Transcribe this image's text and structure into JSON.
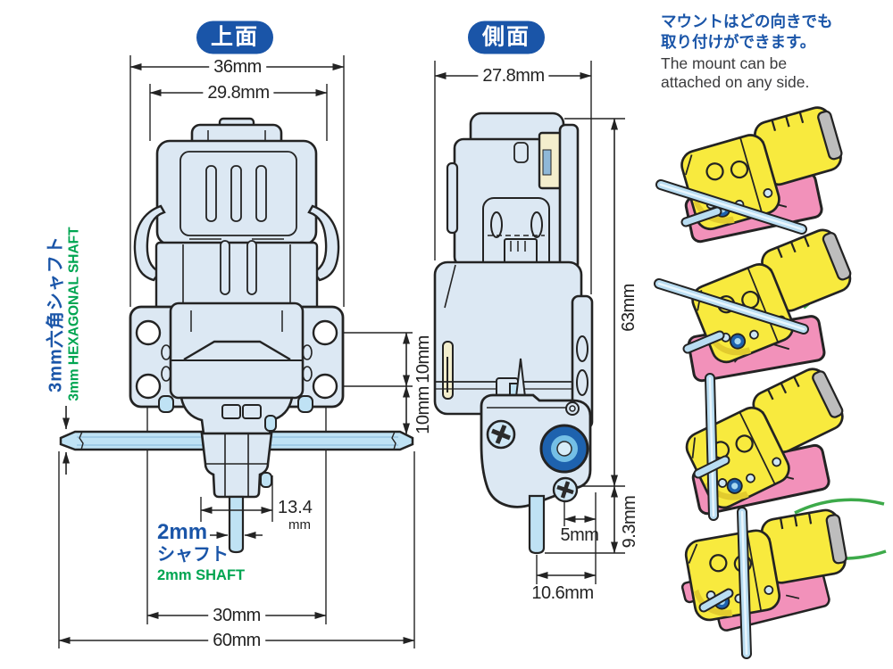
{
  "views": {
    "top": {
      "label": "上面"
    },
    "side": {
      "label": "側面"
    }
  },
  "note": {
    "jp1": "マウントはどの向きでも",
    "jp2": "取り付けができます。",
    "en1": "The mount can be",
    "en2": "attached on any side."
  },
  "shaft_labels": {
    "hex_jp": "3mm六角シャフト",
    "hex_en": "3mm HEXAGONAL SHAFT",
    "two_jp1": "2mm",
    "two_jp2": "シャフト",
    "two_en": "2mm SHAFT"
  },
  "dimensions": {
    "top_outer_width": "36mm",
    "top_inner_width": "29.8mm",
    "side_width": "27.8mm",
    "hole_pitch_upper": "10mm",
    "hole_pitch_lower": "10mm",
    "gearcase_width": "13.4",
    "gearcase_width_unit": "mm",
    "mount_hole_span": "30mm",
    "hex_shaft_length": "60mm",
    "body_height": "63mm",
    "shaft_protrusion": "9.3mm",
    "shaft_offset": "5mm",
    "shaft_to_edge": "10.6mm"
  },
  "colors": {
    "accent_blue": "#1a55a8",
    "label_green": "#00a551",
    "body_fill": "#dce8f3",
    "shaft_blue": "#bfe2f4",
    "illustration_yellow": "#f8ea3e",
    "mount_pink": "#f291ba",
    "wire_green": "#3daa4a",
    "bearing_blue": "#1e62ae"
  }
}
